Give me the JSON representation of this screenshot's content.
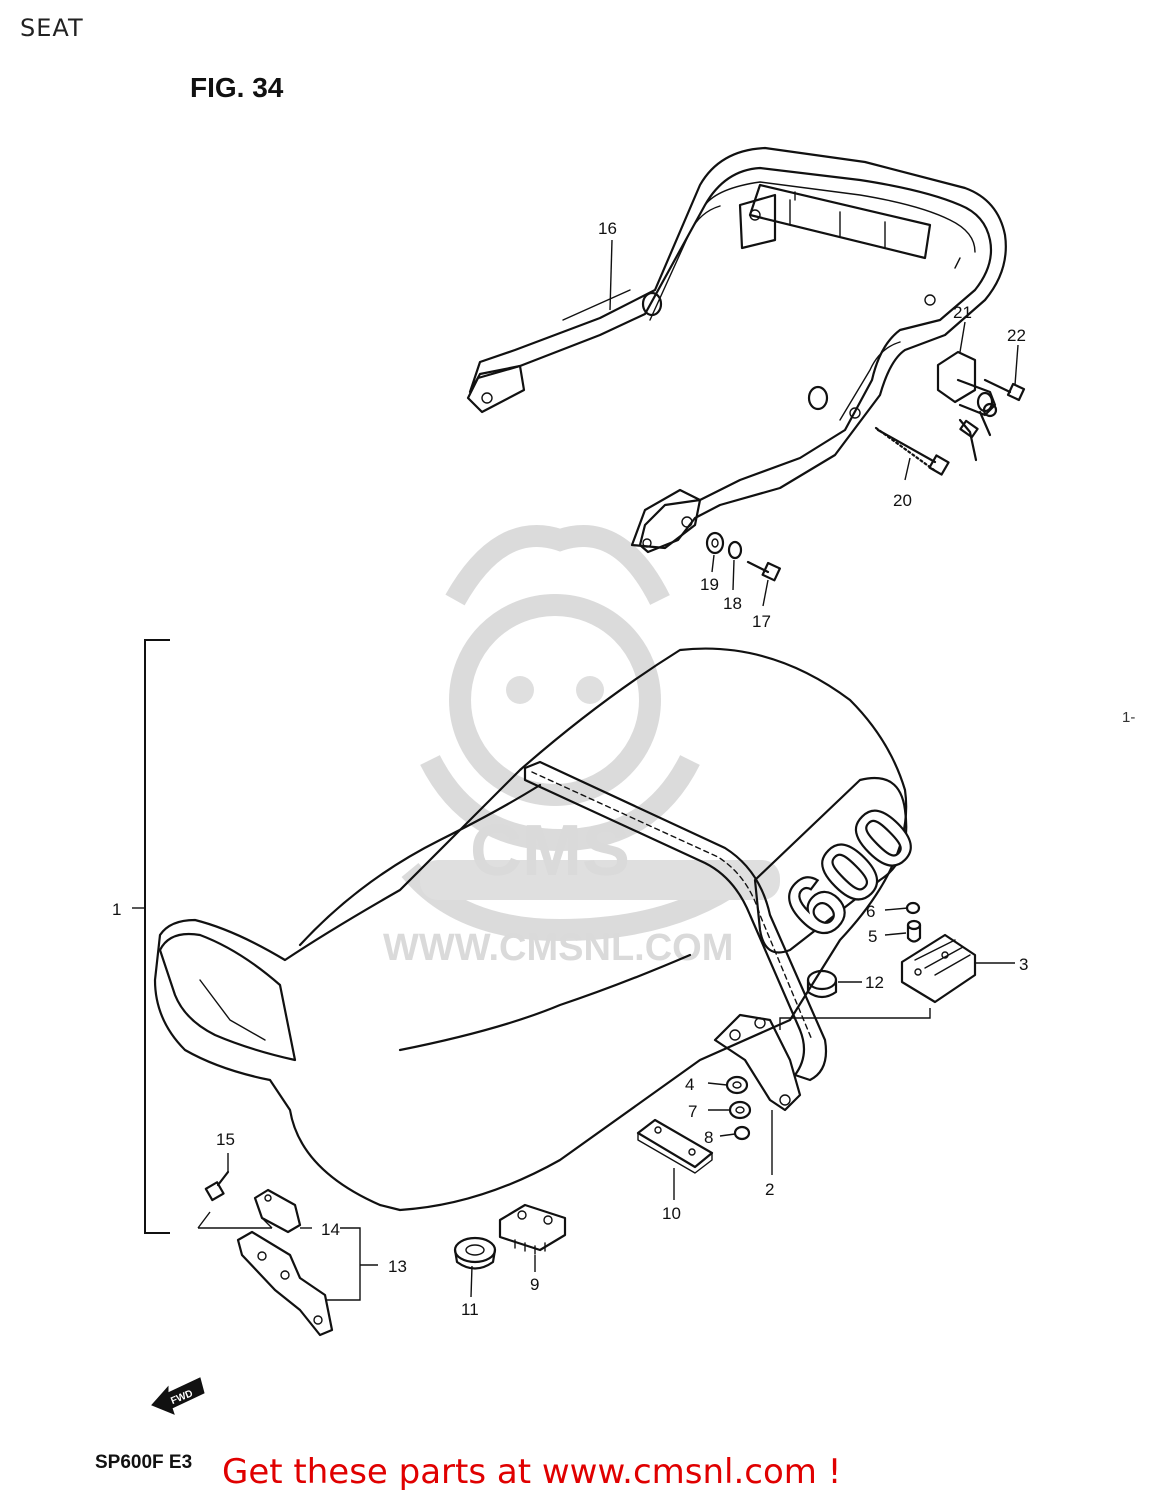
{
  "header": {
    "page_title": "SEAT",
    "figure_label": "FIG. 34"
  },
  "watermark": {
    "brand": "CMS",
    "url": "WWW.CMSNL.COM",
    "color": "#d6d6d6"
  },
  "seat": {
    "badge_text": "600"
  },
  "callouts": {
    "c1": "1",
    "c2": "2",
    "c3": "3",
    "c4": "4",
    "c5": "5",
    "c6": "6",
    "c7": "7",
    "c8": "8",
    "c9": "9",
    "c10": "10",
    "c11": "11",
    "c12": "12",
    "c13": "13",
    "c14": "14",
    "c15": "15",
    "c16": "16",
    "c17": "17",
    "c18": "18",
    "c19": "19",
    "c20": "20",
    "c21": "21",
    "c22": "22"
  },
  "fwd_arrow": {
    "label": "FWD"
  },
  "stray_mark": "1-",
  "footer": {
    "model_code": "SP600F E3",
    "cta": "Get these parts at www.cmsnl.com !",
    "cta_color": "#e00000"
  }
}
